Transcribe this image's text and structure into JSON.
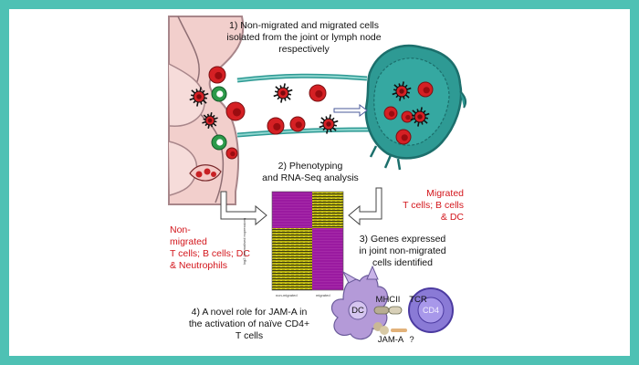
{
  "colors": {
    "frame": "#4ec1b4",
    "tissue": "#f2cfcc",
    "tissue_edge": "#a8868a",
    "lymph_node": "#2e9a94",
    "lymph_node_dark": "#1c6f6c",
    "cell_red": "#d52024",
    "cell_green": "#2c9a4a",
    "dc_purple": "#b49ad8",
    "cd4_purple": "#8a7ad6",
    "heatmap_magenta": "#9a1aa0",
    "heatmap_yellow": "#c8c414",
    "label_red": "#d3161c"
  },
  "steps": {
    "step1": [
      "1)  Non-migrated and migrated cells",
      "isolated from the joint or lymph node",
      "respectively"
    ],
    "step2": [
      "2)  Phenotyping",
      "and RNA-Seq analysis"
    ],
    "step3": [
      "3)  Genes expressed",
      "in joint non-migrated",
      "cells identified"
    ],
    "step4": [
      "4)  A novel role for JAM-A in",
      "the activation of naïve CD4+",
      "T cells"
    ]
  },
  "labels": {
    "migrated": [
      "Migrated",
      "T cells; B cells",
      "& DC"
    ],
    "non_migrated": [
      "Non-",
      "migrated",
      "T cells; B cells; DC",
      "& Neutrophils"
    ]
  },
  "heatmap": {
    "x_labels": [
      "non-migrated",
      "migrated"
    ],
    "y_label": "log2 (normalised expression)"
  },
  "synapse": {
    "dc": "DC",
    "cd4": "CD4",
    "mhcii": "MHCII",
    "tcr": "TCR",
    "jama": "JAM-A",
    "unknown": "?"
  },
  "icons": [
    "dendritic-cell-icon",
    "red-cell-icon",
    "green-cell-icon",
    "lymph-node-icon",
    "arrow-icon"
  ]
}
